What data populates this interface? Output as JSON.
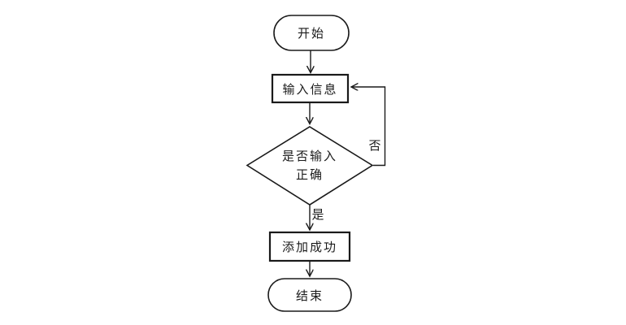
{
  "diagram": {
    "type": "flowchart",
    "colors": {
      "stroke": "#1a1a1a",
      "background": "#ffffff",
      "node_fill": "#ffffff"
    },
    "nodes": {
      "start": {
        "type": "terminator",
        "label": "开始"
      },
      "input": {
        "type": "process",
        "label": "输入信息"
      },
      "decision": {
        "type": "decision",
        "lines": [
          "是否输入",
          "正确"
        ]
      },
      "success": {
        "type": "process",
        "label": "添加成功"
      },
      "end": {
        "type": "terminator",
        "label": "结束"
      }
    },
    "edges": [
      {
        "from": "start",
        "to": "input",
        "label": ""
      },
      {
        "from": "input",
        "to": "decision",
        "label": ""
      },
      {
        "from": "decision",
        "to": "input",
        "label": "否"
      },
      {
        "from": "decision",
        "to": "success",
        "label": "是"
      },
      {
        "from": "success",
        "to": "end",
        "label": ""
      }
    ]
  }
}
